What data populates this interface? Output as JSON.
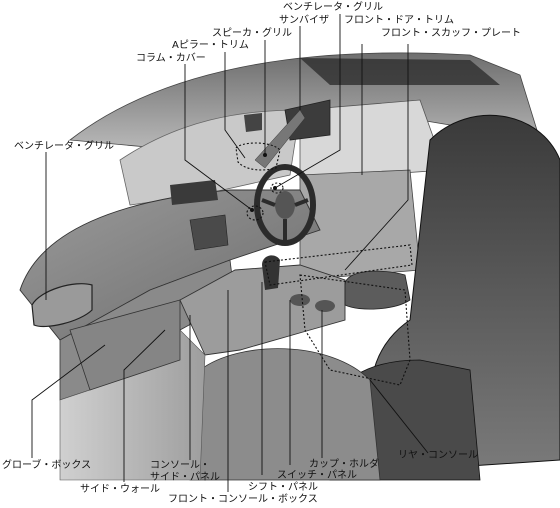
{
  "labels": {
    "ventilator_grille_top": "ベンチレータ・グリル",
    "sun_visor": "サンバイザ",
    "front_door_trim": "フロント・ドア・トリム",
    "front_scuff_plate": "フロント・スカッフ・プレート",
    "speaker_grille": "スピーカ・グリル",
    "a_pillar_trim": "Aピラー・トリム",
    "column_cover": "コラム・カバー",
    "ventilator_grille_left": "ベンチレータ・グリル",
    "glove_box": "グローブ・ボックス",
    "side_wall": "サイド・ウォール",
    "console_side_panel_line1": "コンソール・",
    "console_side_panel_line2": "サイド・パネル",
    "front_console_box": "フロント・コンソール・ボックス",
    "shift_panel": "シフト・パネル",
    "switch_panel": "スイッチ・パネル",
    "cup_holder": "カップ・ホルダ",
    "rear_console": "リヤ・コンソール"
  }
}
